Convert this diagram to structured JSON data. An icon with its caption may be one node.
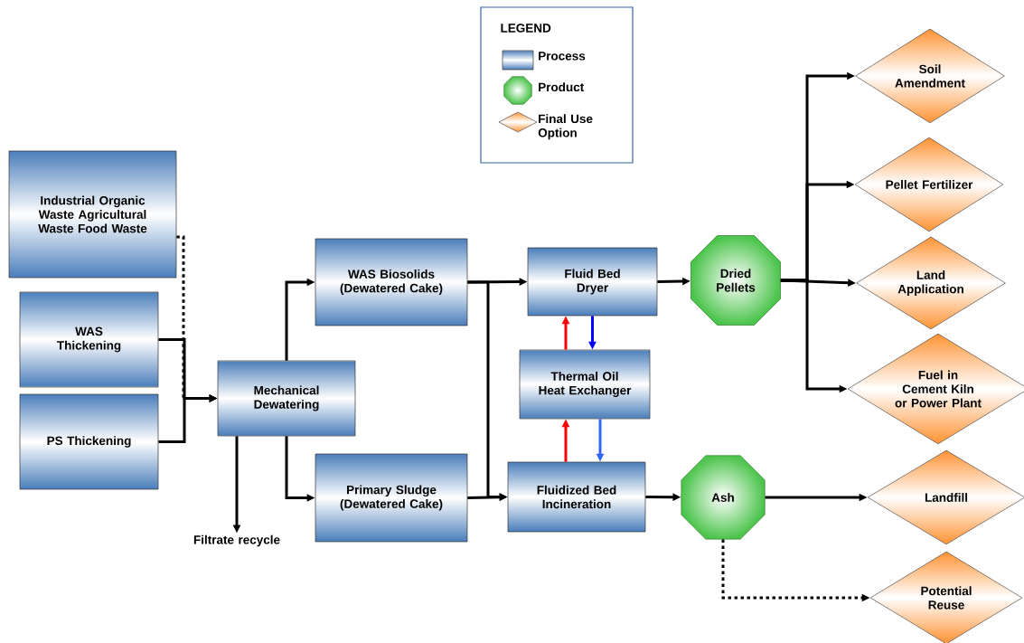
{
  "diagram": {
    "nodes": [
      {
        "text": [
          "Industrial Organic Waste Agricultural Waste Food Waste"
        ]
      },
      {
        "text": [
          "WAS Thickening"
        ]
      },
      {
        "text": [
          "PS Thickening"
        ]
      },
      {
        "text": [
          "Mechanical Dewatering"
        ]
      },
      {
        "text": [
          "WAS Biosolids (Dewatered Cake)"
        ]
      },
      {
        "text": [
          "Primary Sludge (Dewatered Cake)"
        ]
      },
      {
        "text": [
          "Fluid Bed Dryer"
        ]
      },
      {
        "text": [
          "Thermal Oil Heat Exchanger"
        ]
      },
      {
        "text": [
          "Fluidized Bed Incineration"
        ]
      },
      {
        "text": [
          "Dried Pellets"
        ]
      },
      {
        "text": [
          "Ash"
        ]
      },
      {
        "text": [
          "Soil Amendment"
        ]
      },
      {
        "text": [
          "Pellet Fertilizer"
        ]
      },
      {
        "text": [
          "Land Application"
        ]
      },
      {
        "text": [
          "Fuel in Cement Kiln or Power Plant"
        ]
      },
      {
        "text": [
          "Landfill"
        ]
      },
      {
        "text": [
          "Potential Reuse"
        ]
      },
      {
        "text": [
          "Filtrate recycle"
        ]
      }
    ],
    "edges": [
      {
        "from": 0,
        "to": 3,
        "arrow": "to",
        "style": "dashed"
      },
      {
        "from": 1,
        "to": 3,
        "arrow": "to"
      },
      {
        "from": 2,
        "to": 3,
        "arrow": "to"
      },
      {
        "from": 3,
        "to": 4,
        "arrow": "to"
      },
      {
        "from": 3,
        "to": 5,
        "arrow": "to"
      },
      {
        "from": 3,
        "to": 17,
        "arrow": "to"
      },
      {
        "from": 4,
        "to": 6,
        "arrow": "to"
      },
      {
        "from": 4,
        "to": 8,
        "arrow": "to"
      },
      {
        "from": 5,
        "to": 8,
        "arrow": "to"
      },
      {
        "from": 6,
        "to": 9,
        "arrow": "to"
      },
      {
        "from": 7,
        "to": 6,
        "arrow": "to",
        "color": "#ff0000"
      },
      {
        "from": 6,
        "to": 7,
        "arrow": "to",
        "color": "#0000ff"
      },
      {
        "from": 8,
        "to": 7,
        "arrow": "to",
        "color": "#ff0000"
      },
      {
        "from": 7,
        "to": 8,
        "arrow": "to",
        "color": "#3366ff"
      },
      {
        "from": 8,
        "to": 10,
        "arrow": "to"
      },
      {
        "from": 9,
        "to": 11,
        "arrow": "to"
      },
      {
        "from": 9,
        "to": 12,
        "arrow": "to"
      },
      {
        "from": 9,
        "to": 13,
        "arrow": "to"
      },
      {
        "from": 9,
        "to": 14,
        "arrow": "to"
      },
      {
        "from": 10,
        "to": 15,
        "arrow": "to"
      },
      {
        "from": 10,
        "to": 16,
        "arrow": "to",
        "style": "dashed"
      }
    ],
    "labels": [
      "LEGEND"
    ],
    "legend": [
      {
        "text": "Process"
      },
      {
        "text": "Product"
      },
      {
        "text": "Final Use Option"
      }
    ]
  }
}
